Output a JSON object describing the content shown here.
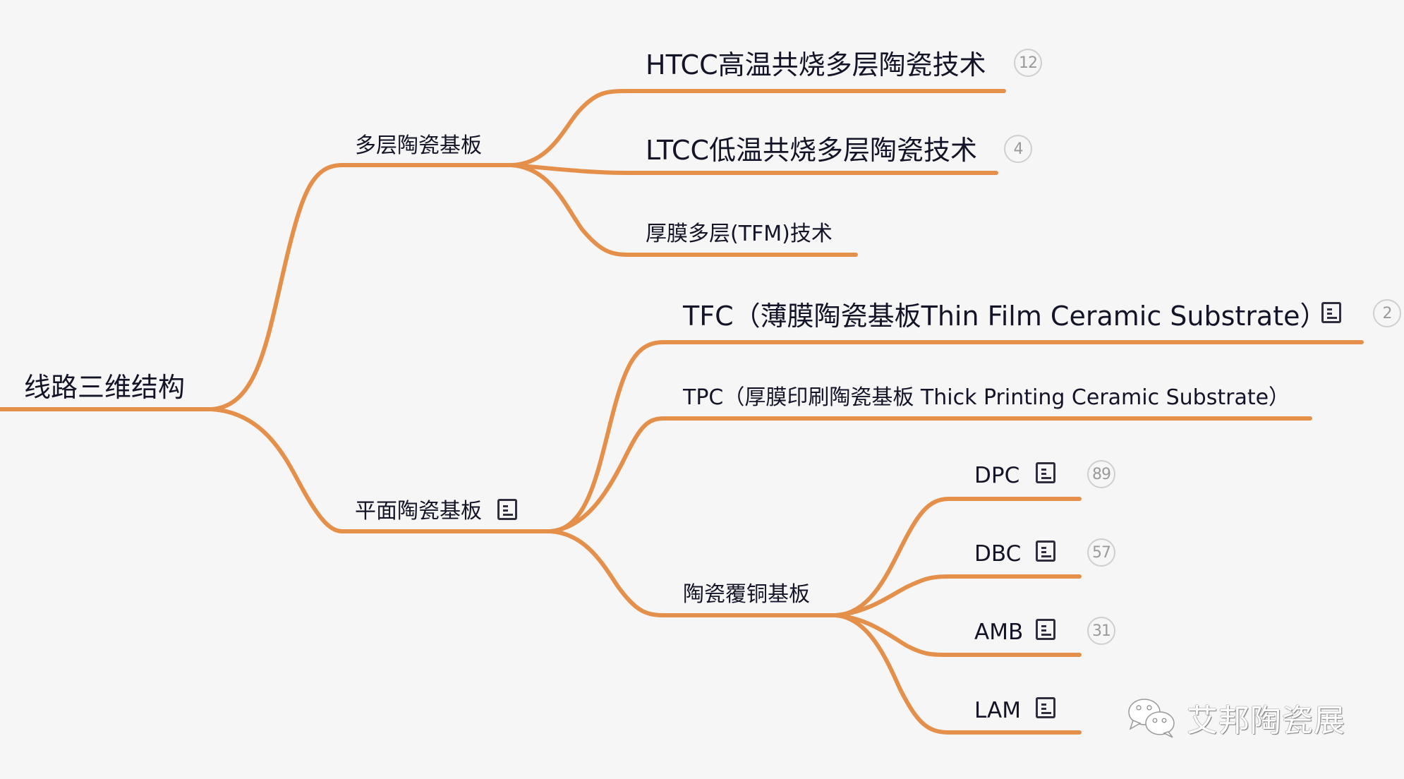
{
  "colors": {
    "background": "#f6f6f6",
    "branch": "#e4904a",
    "text": "#141428",
    "badge_border": "#cfcfcf",
    "badge_text": "#9a9a9a"
  },
  "mindmap": {
    "root": {
      "label": "线路三维结构"
    },
    "branches": [
      {
        "label": "多层陶瓷基板",
        "has_note": false,
        "children": [
          {
            "label": "HTCC高温共烧多层陶瓷技术",
            "count": "12",
            "has_note": false
          },
          {
            "label": "LTCC低温共烧多层陶瓷技术",
            "count": "4",
            "has_note": false
          },
          {
            "label": "厚膜多层(TFM)技术",
            "count": null,
            "has_note": false
          }
        ]
      },
      {
        "label": "平面陶瓷基板",
        "has_note": true,
        "children": [
          {
            "label": "TFC（薄膜陶瓷基板Thin Film Ceramic Substrate）",
            "count": "2",
            "has_note": true
          },
          {
            "label": "TPC（厚膜印刷陶瓷基板 Thick Printing Ceramic Substrate）",
            "count": null,
            "has_note": false
          },
          {
            "label": "陶瓷覆铜基板",
            "has_note": false,
            "children": [
              {
                "label": "DPC",
                "count": "89",
                "has_note": true
              },
              {
                "label": "DBC",
                "count": "57",
                "has_note": true
              },
              {
                "label": "AMB",
                "count": "31",
                "has_note": true
              },
              {
                "label": "LAM",
                "count": null,
                "has_note": true
              }
            ]
          }
        ]
      }
    ]
  },
  "watermark": {
    "icon": "wechat-icon",
    "text": "艾邦陶瓷展"
  }
}
